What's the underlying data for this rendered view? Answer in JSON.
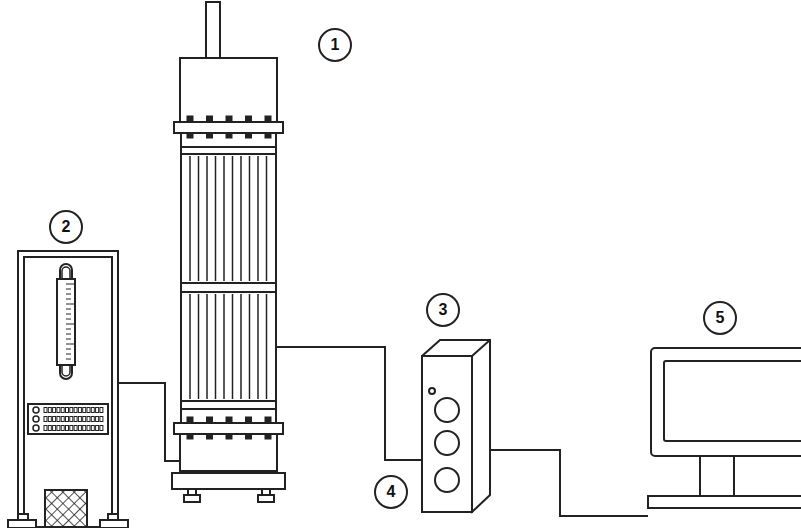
{
  "diagram": {
    "nodes": [
      {
        "text": [
          "1"
        ]
      },
      {
        "text": [
          "2"
        ]
      },
      {
        "text": [
          "3"
        ]
      },
      {
        "text": [
          "5"
        ]
      },
      {
        "text": [
          "4"
        ]
      }
    ]
  }
}
